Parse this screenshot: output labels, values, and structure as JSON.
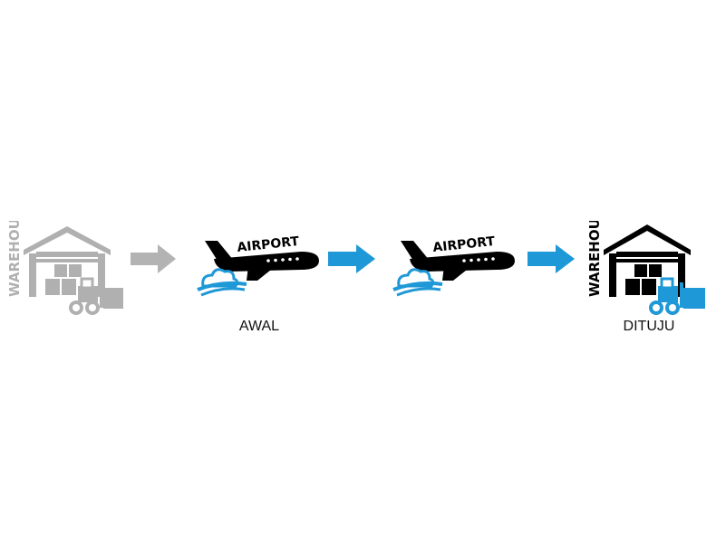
{
  "colors": {
    "origin_gray": "#b0b0b0",
    "black": "#000000",
    "blue": "#1e98d6",
    "arrow_gray": "#b3b3b3"
  },
  "origin_warehouse": {
    "label": "WAREHOUSE",
    "icon": "warehouse-icon"
  },
  "airport_origin": {
    "label": "AIRPORT",
    "icon": "airplane-icon",
    "caption": "AWAL"
  },
  "airport_destination": {
    "label": "AIRPORT",
    "icon": "airplane-icon"
  },
  "destination_warehouse": {
    "label": "WAREHOUSE",
    "icon": "warehouse-icon",
    "caption": "DITUJU"
  },
  "arrows": [
    "arrow-right-icon",
    "arrow-right-icon",
    "arrow-right-icon"
  ]
}
